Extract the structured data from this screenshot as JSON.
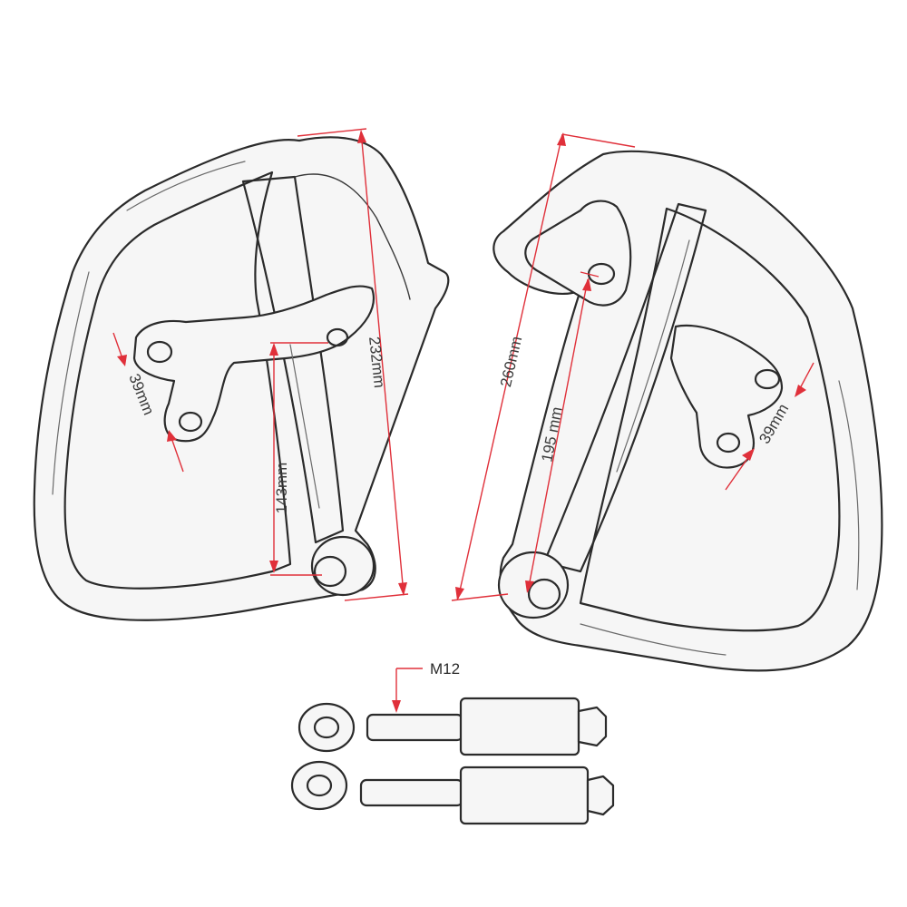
{
  "dimensions": {
    "left_hole_spacing": "39mm",
    "left_mount_height": "143mm",
    "left_total_height": "232mm",
    "right_total_height": "260mm",
    "right_mount_height": "195 mm",
    "right_hole_spacing": "39mm"
  },
  "hardware": {
    "bolt_thread": "M12"
  },
  "colors": {
    "dimension_lines": "#e0303a",
    "line_art": "#2b2b2b",
    "background": "#ffffff"
  }
}
